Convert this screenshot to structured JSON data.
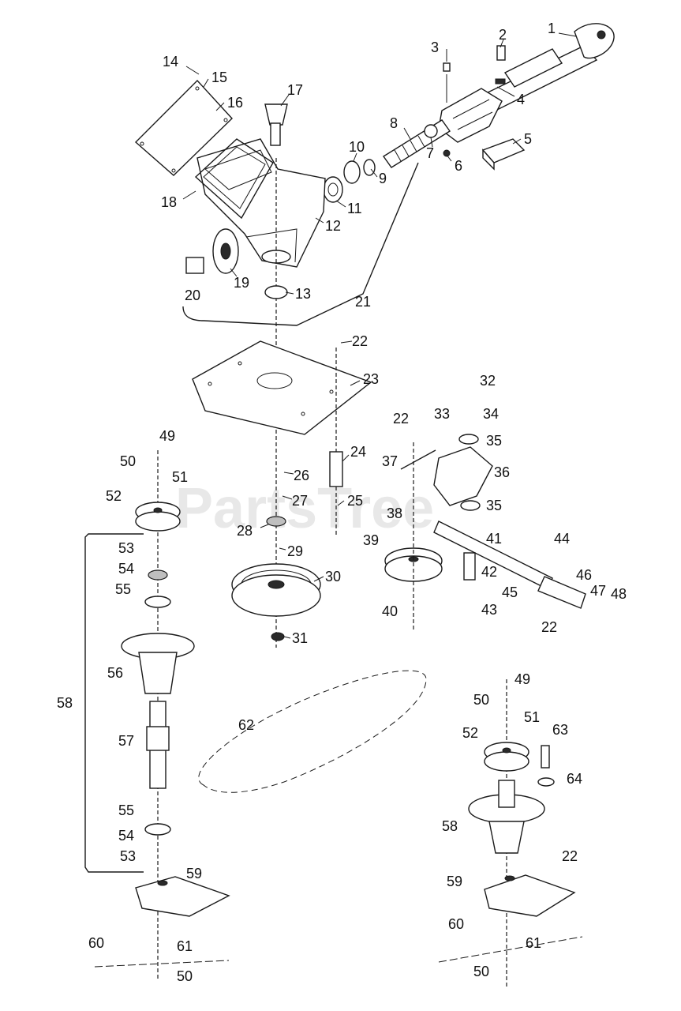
{
  "watermark": {
    "text": "PartsTree",
    "trademark": "™"
  },
  "labels": {
    "p1": "1",
    "p2": "2",
    "p3": "3",
    "p4": "4",
    "p5": "5",
    "p6": "6",
    "p7": "7",
    "p8": "8",
    "p9": "9",
    "p10": "10",
    "p11": "11",
    "p12": "12",
    "p13": "13",
    "p14": "14",
    "p15": "15",
    "p16": "16",
    "p17": "17",
    "p18": "18",
    "p19": "19",
    "p20": "20",
    "p21": "21",
    "p22": "22",
    "p23": "23",
    "p24": "24",
    "p25": "25",
    "p26": "26",
    "p27": "27",
    "p28": "28",
    "p29": "29",
    "p30": "30",
    "p31": "31",
    "p32": "32",
    "p33": "33",
    "p34": "34",
    "p35": "35",
    "p36": "36",
    "p37": "37",
    "p38": "38",
    "p39": "39",
    "p40": "40",
    "p41": "41",
    "p42": "42",
    "p43": "43",
    "p44": "44",
    "p45": "45",
    "p46": "46",
    "p47": "47",
    "p48": "48",
    "p49": "49",
    "p50": "50",
    "p51": "51",
    "p52": "52",
    "p53": "53",
    "p54": "54",
    "p55": "55",
    "p56": "56",
    "p57": "57",
    "p58": "58",
    "p59": "59",
    "p60": "60",
    "p61": "61",
    "p62": "62",
    "p63": "63",
    "p64": "64"
  }
}
